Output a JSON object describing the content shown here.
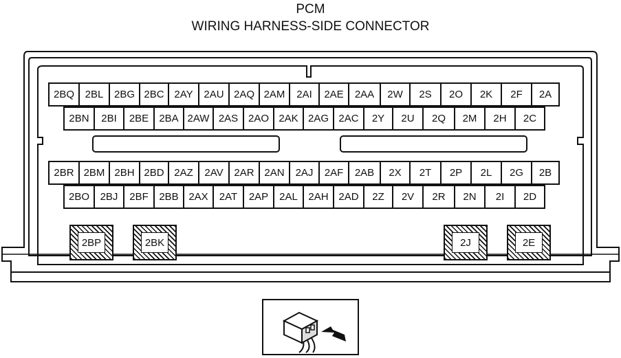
{
  "header": {
    "title": "PCM",
    "subtitle": "WIRING HARNESS-SIDE CONNECTOR"
  },
  "rows": [
    [
      "2BQ",
      "2BL",
      "2BG",
      "2BC",
      "2AY",
      "2AU",
      "2AQ",
      "2AM",
      "2AI",
      "2AE",
      "2AA",
      "2W",
      "2S",
      "2O",
      "2K",
      "2F",
      "2A"
    ],
    [
      "2BN",
      "2BI",
      "2BE",
      "2BA",
      "2AW",
      "2AS",
      "2AO",
      "2AK",
      "2AG",
      "2AC",
      "2Y",
      "2U",
      "2Q",
      "2M",
      "2H",
      "2C"
    ],
    [
      "2BR",
      "2BM",
      "2BH",
      "2BD",
      "2AZ",
      "2AV",
      "2AR",
      "2AN",
      "2AJ",
      "2AF",
      "2AB",
      "2X",
      "2T",
      "2P",
      "2L",
      "2G",
      "2B"
    ],
    [
      "2BO",
      "2BJ",
      "2BF",
      "2BB",
      "2AX",
      "2AT",
      "2AP",
      "2AL",
      "2AH",
      "2AD",
      "2Z",
      "2V",
      "2R",
      "2N",
      "2I",
      "2D"
    ]
  ],
  "large_terminals": [
    "2BP",
    "2BK",
    "2J",
    "2E"
  ],
  "icons": {
    "view_direction": "connector-view-arrow-icon"
  },
  "colors": {
    "line": "#111111",
    "background": "#ffffff"
  }
}
